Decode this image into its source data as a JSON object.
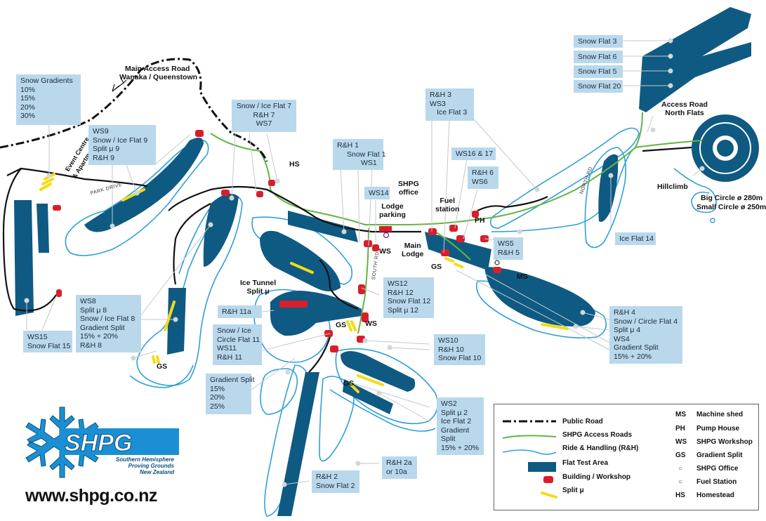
{
  "labels": {
    "snow_gradients": [
      "Snow Gradients",
      "10%",
      "15%",
      "20%",
      "30%"
    ],
    "ws9": [
      "WS9",
      "Snow / Ice Flat 9",
      "Split μ 9",
      "R&H 9"
    ],
    "ws8": [
      "WS8",
      "Split μ 8",
      "Snow / Ice Flat 8",
      "Gradient Split",
      "15% + 20%",
      "R&H 8"
    ],
    "ws15": [
      "WS15",
      "Snow Flat 15"
    ],
    "snow_flat_7": [
      "Snow / Ice Flat 7",
      "R&H 7",
      "WS7"
    ],
    "rh1": [
      "R&H 1",
      "Snow Flat 1",
      "WS1"
    ],
    "rh3": [
      "R&H 3",
      "WS3",
      "Ice Flat 3"
    ],
    "ws16": [
      "WS16 & 17"
    ],
    "rh6": [
      "R&H 6",
      "WS6"
    ],
    "ws14": [
      "WS14"
    ],
    "ws5": [
      "WS5",
      "R&H 5"
    ],
    "ws12": [
      "WS12",
      "R&H 12",
      "Snow Flat 12",
      "Split μ 12"
    ],
    "rh11a": [
      "R&H 11a"
    ],
    "ws11": [
      "Snow / Ice",
      "Circle Flat 11",
      "WS11",
      "R&H 11"
    ],
    "gradient_split_left": [
      "Gradient Split",
      "15%",
      "20%",
      "25%"
    ],
    "ws10": [
      "WS10",
      "R&H 10",
      "Snow Flat 10"
    ],
    "ws2": [
      "WS2",
      "Split μ 2",
      "Ice Flat 2",
      "Gradient",
      "Split",
      "15% + 20%"
    ],
    "rh2a": [
      "R&H 2a",
      "or 10a"
    ],
    "rh2": [
      "R&H 2",
      "Snow Flat 2"
    ],
    "rh4": [
      "R&H 4",
      "Snow / Circle Flat 4",
      "Split μ 4",
      "WS4",
      "Gradient Split",
      "15% + 20%"
    ],
    "ice_flat_14": [
      "Ice Flat 14"
    ],
    "snow_flat_3": [
      "Snow Flat 3"
    ],
    "snow_flat_6": [
      "Snow Flat 6"
    ],
    "snow_flat_5": [
      "Snow Flat 5"
    ],
    "snow_flat_20": [
      "Snow Flat 20"
    ]
  },
  "map_text": {
    "main_access_road": "Main Access Road",
    "wanaka_queenstown": "Wanaka / Queenstown",
    "event_centre": "Event Centre",
    "apartments": "& Apartments",
    "park_drive": "PARK DRIVE",
    "hs": "HS",
    "shpg_office_1": "SHPG",
    "shpg_office_2": "office",
    "lodge_parking_1": "Lodge",
    "lodge_parking_2": "parking",
    "main_lodge_1": "Main",
    "main_lodge_2": "Lodge",
    "fuel_station_1": "Fuel",
    "fuel_station_2": "station",
    "ph": "PH",
    "ws_a": "WS",
    "ws_b": "WS",
    "gs_a": "GS",
    "gs_b": "GS",
    "gs_c": "GS",
    "gs_d": "GS",
    "ms": "MS",
    "south_rd": "SOUTH RD",
    "north_rd": "NORTH RD",
    "ice_tunnel_1": "Ice Tunnel",
    "ice_tunnel_2": "Split μ",
    "access_road_north_1": "Access Road",
    "access_road_north_2": "North Flats",
    "hillclimb": "Hillclimb",
    "big_circle": "Big Circle ø 280m",
    "small_circle": "Small Circle ø 250m"
  },
  "legend": {
    "items": [
      {
        "label": "Public Road",
        "symbol": "public-road"
      },
      {
        "label": "SHPG Access Roads",
        "symbol": "access-road"
      },
      {
        "label": "Ride & Handling (R&H)",
        "symbol": "ride-handling"
      },
      {
        "label": "Flat Test Area",
        "symbol": "flat-test-area"
      },
      {
        "label": "Building / Workshop",
        "symbol": "building"
      },
      {
        "label": "Split μ",
        "symbol": "split-mu"
      }
    ],
    "abbreviations": [
      {
        "code": "MS",
        "desc": "Machine shed"
      },
      {
        "code": "PH",
        "desc": "Pump House"
      },
      {
        "code": "WS",
        "desc": "SHPG Workshop"
      },
      {
        "code": "GS",
        "desc": "Gradient Split"
      },
      {
        "code": "○",
        "desc": "SHPG Office"
      },
      {
        "code": "○",
        "desc": "Fuel Station"
      },
      {
        "code": "HS",
        "desc": "Homestead"
      }
    ]
  },
  "logo": {
    "name": "SHPG",
    "tagline_1": "Southern Hemisphere",
    "tagline_2": "Proving Grounds",
    "tagline_3": "New Zealand"
  },
  "website": "www.shpg.co.nz",
  "colors": {
    "flat_area": "#0f5a82",
    "ride_handling": "#2f9fd8",
    "access_road": "#62b446",
    "public_road": "#111111",
    "building": "#d81e2c",
    "split_mu": "#f2dc16",
    "label_bg": "#b9d8ec",
    "leader": "#c3c8cc"
  }
}
